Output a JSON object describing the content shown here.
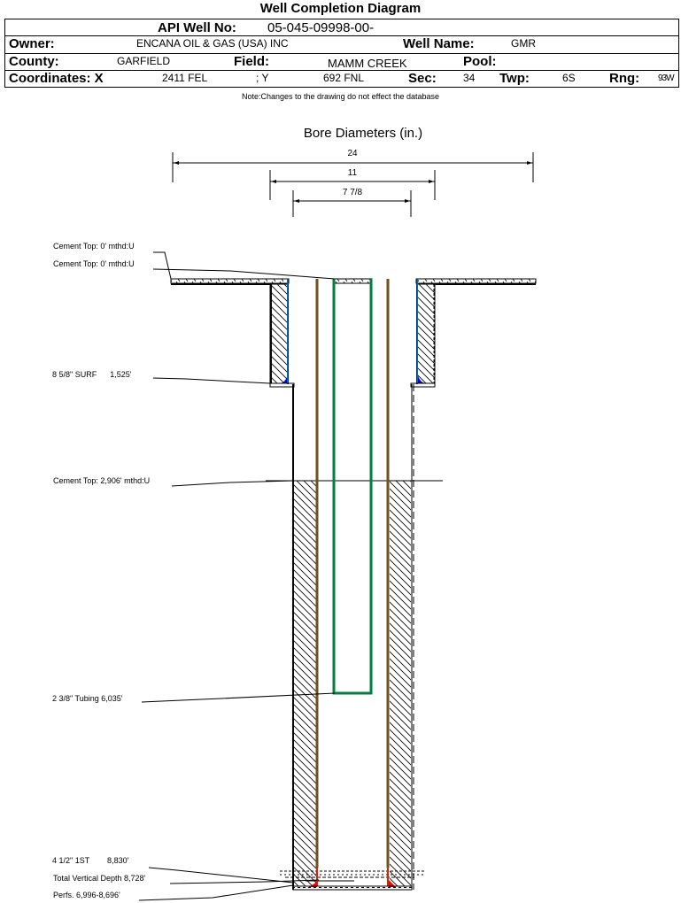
{
  "title": "Well Completion Diagram",
  "header": {
    "api_label": "API Well No:",
    "api_value": "05-045-09998-00-",
    "owner_label": "Owner:",
    "owner_value": "ENCANA OIL & GAS (USA) INC",
    "well_name_label": "Well Name:",
    "well_name_value": "GMR",
    "county_label": "County:",
    "county_value": "GARFIELD",
    "field_label": "Field:",
    "field_value": "MAMM CREEK",
    "pool_label": "Pool:",
    "pool_value": "",
    "coord_label": "Coordinates: X",
    "coord_x_value": "2411 FEL",
    "coord_y_label": "; Y",
    "coord_y_value": "692 FNL",
    "sec_label": "Sec:",
    "sec_value": "34",
    "twp_label": "Twp:",
    "twp_value": "6S",
    "rng_label": "Rng:",
    "rng_value": "93W"
  },
  "note": "Note:Changes to the drawing do not effect the database",
  "diagram": {
    "bore_title": "Bore Diameters (in.)",
    "bore_diameters": [
      "24",
      "11",
      "7 7/8"
    ],
    "annotations": {
      "cement_top_1": "Cement Top: 0' mthd:U",
      "cement_top_2": "Cement Top: 0' mthd:U",
      "surface_casing": "8 5/8\" SURF      1,525'",
      "cement_top_3": "Cement Top: 2,906' mthd:U",
      "tubing": "2 3/8\" Tubing 6,035'",
      "production_casing": "4 1/2\" 1ST        8,830'",
      "total_depth": "Total Vertical Depth 8,728'",
      "perfs": "Perfs. 6,996-8,696'"
    },
    "colors": {
      "casing_red": "#e02000",
      "casing_green": "#008040",
      "tubing_green": "#008040",
      "cement_blue": "#0000ff",
      "perf_red": "#ff0000"
    }
  }
}
